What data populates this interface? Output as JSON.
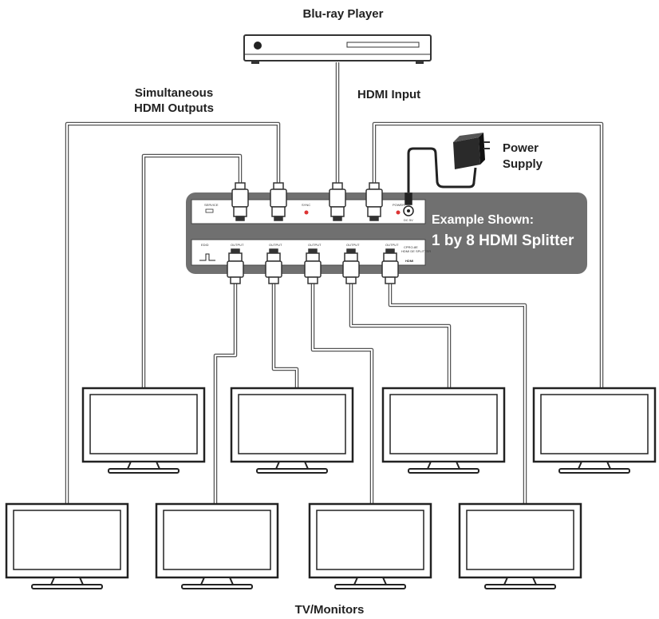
{
  "labels": {
    "source": "Blu-ray Player",
    "outputs_line1": "Simultaneous",
    "outputs_line2": "HDMI Outputs",
    "input": "HDMI Input",
    "power_line1": "Power",
    "power_line2": "Supply",
    "example_line1": "Example Shown:",
    "example_line2": "1 by 8 HDMI Splitter",
    "displays": "TV/Monitors"
  },
  "panel": {
    "service": "SERVICE",
    "edid": "EDID",
    "output": "OUTPUT",
    "power": "POWER",
    "dc": "DC 5V",
    "model_line1": "CPRO-8E",
    "model_line2": "HDMI DE SPLITTER",
    "hdmi": "HDMI"
  },
  "colors": {
    "cable": "#555555",
    "splitter_body": "#707070",
    "panel": "#ffffff",
    "text": "#222222"
  }
}
